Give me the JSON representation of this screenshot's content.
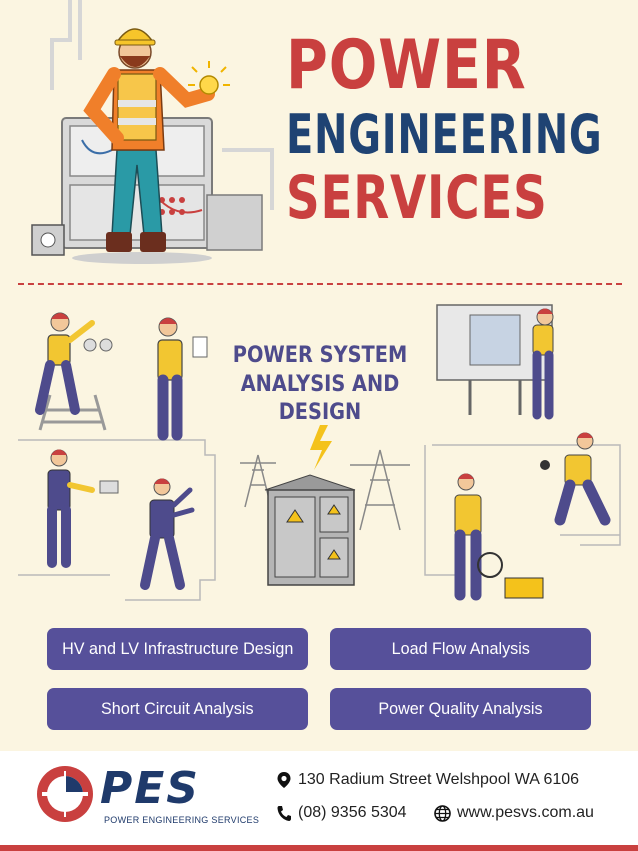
{
  "header": {
    "title_line1": "POWER",
    "title_line2": "ENGINEERING",
    "title_line3": "SERVICES"
  },
  "section": {
    "heading_line1": "POWER SYSTEM",
    "heading_line2": "ANALYSIS AND DESIGN"
  },
  "services": [
    {
      "label": "HV and LV Infrastructure Design"
    },
    {
      "label": "Load Flow Analysis"
    },
    {
      "label": "Short Circuit Analysis"
    },
    {
      "label": "Power Quality Analysis"
    }
  ],
  "footer": {
    "logo_text": "PES",
    "logo_subtitle": "POWER ENGINEERING SERVICES",
    "address": "130 Radium Street Welshpool WA 6106",
    "phone": "(08) 9356 5304",
    "website": "www.pesvs.com.au"
  },
  "colors": {
    "background": "#fbf5e1",
    "accent_red": "#c9403f",
    "navy": "#1f4373",
    "button_purple": "#56509a"
  },
  "icons": [
    "location-pin-icon",
    "phone-icon",
    "globe-icon",
    "pes-logo-icon"
  ]
}
